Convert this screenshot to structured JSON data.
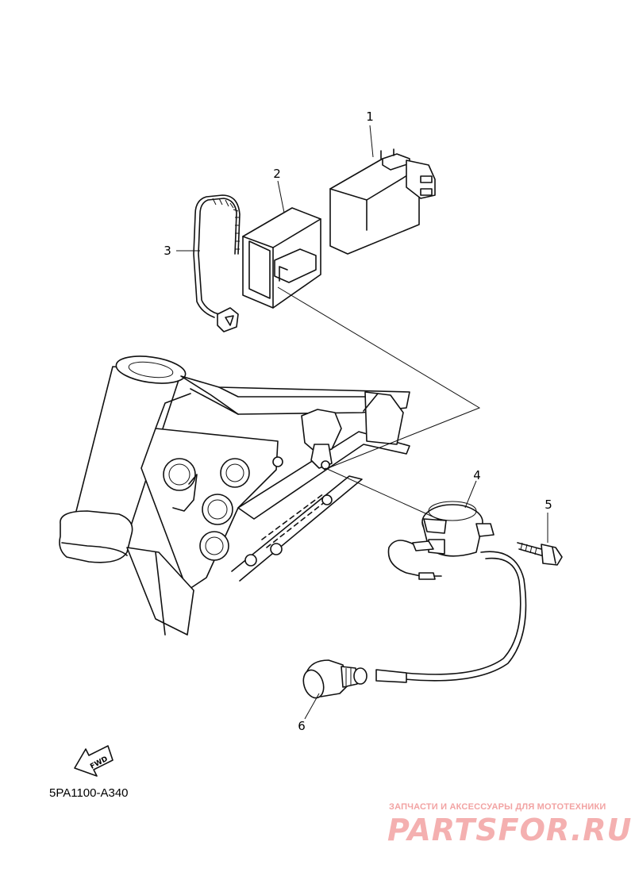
{
  "diagram": {
    "callouts": [
      {
        "id": "c1",
        "label": "1"
      },
      {
        "id": "c2",
        "label": "2"
      },
      {
        "id": "c3",
        "label": "3"
      },
      {
        "id": "c4",
        "label": "4"
      },
      {
        "id": "c5",
        "label": "5"
      },
      {
        "id": "c6",
        "label": "6"
      }
    ],
    "fwd_label": "FWD",
    "drawing_code": "5PA1100-A340"
  },
  "watermark": {
    "tagline": "ЗАПЧАСТИ И АКСЕССУАРЫ ДЛЯ МОТОТЕХНИКИ",
    "brand": "PARTSFOR.RU",
    "color": "#f4b0b0"
  }
}
